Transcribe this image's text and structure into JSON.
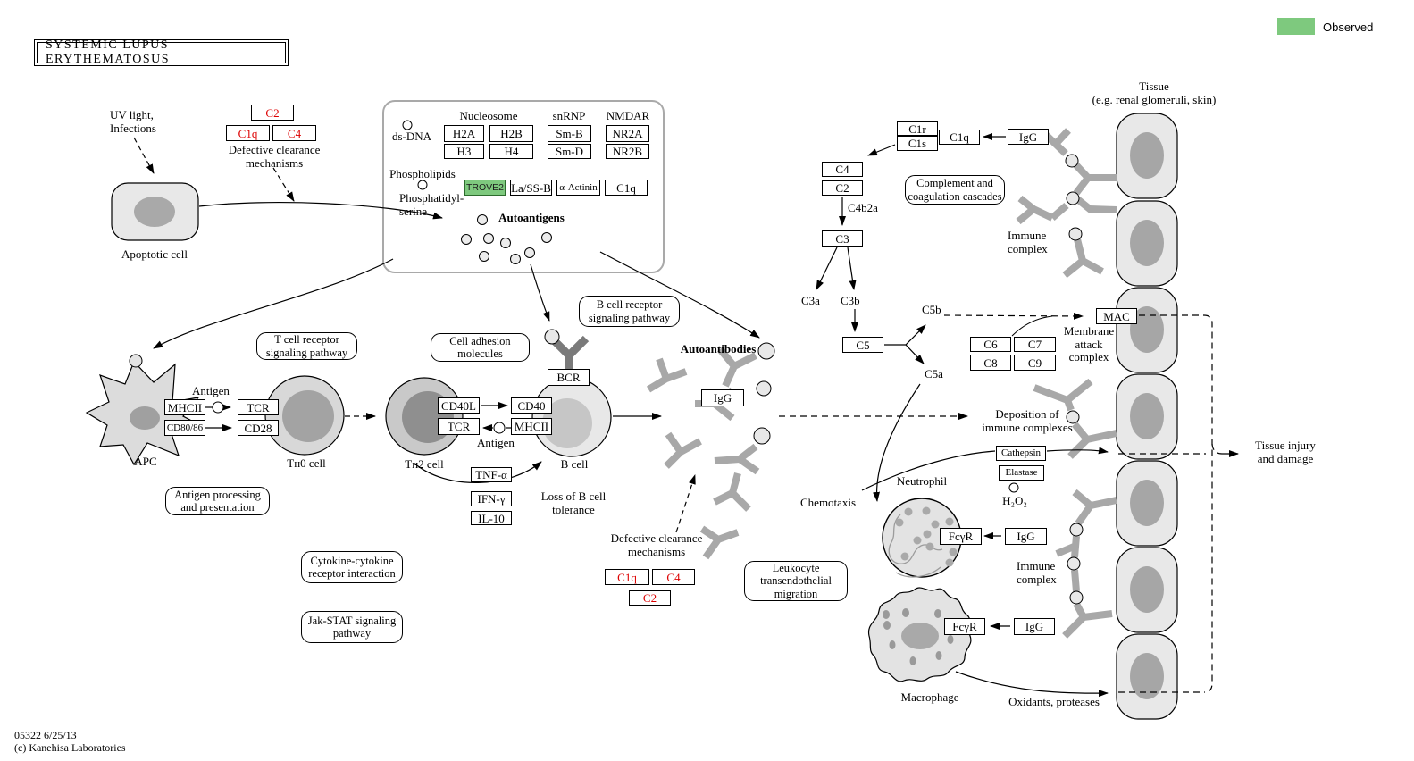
{
  "title": "SYSTEMIC LUPUS ERYTHEMATOSUS",
  "legend": {
    "label": "Observed"
  },
  "colors": {
    "observed_green": "#7ec97e",
    "gene_red": "#dd0000"
  },
  "footer": {
    "id": "05322 6/25/13",
    "copyright": "(c) Kanehisa Laboratories"
  },
  "genes": {
    "c2_top": "C2",
    "c1q_top": "C1q",
    "c4_top": "C4",
    "h2a": "H2A",
    "h2b": "H2B",
    "h3": "H3",
    "h4": "H4",
    "smb": "Sm-B",
    "smd": "Sm-D",
    "nr2a": "NR2A",
    "nr2b": "NR2B",
    "trove2": "TROVE2",
    "lassb": "La/SS-B",
    "actinin": "α-Actinin",
    "c1q_auto": "C1q",
    "mhcii_apc": "MHCII",
    "cd8086": "CD80/86",
    "tcr_th0": "TCR",
    "cd28": "CD28",
    "cd40l": "CD40L",
    "cd40": "CD40",
    "tcr_th2": "TCR",
    "mhcii_b": "MHCII",
    "bcr": "BCR",
    "tnfa": "TNF-α",
    "ifng": "IFN-γ",
    "il10": "IL-10",
    "igg_auto": "IgG",
    "c1r": "C1r",
    "c1s": "C1s",
    "c1q_comp": "C1q",
    "igg_tissue": "IgG",
    "c4_comp": "C4",
    "c2_comp": "C2",
    "c3": "C3",
    "c5": "C5",
    "c6": "C6",
    "c7": "C7",
    "c8": "C8",
    "c9": "C9",
    "mac": "MAC",
    "cathepsin": "Cathepsin",
    "elastase": "Elastase",
    "fcyr_n": "FcγR",
    "igg_n": "IgG",
    "fcyr_m": "FcγR",
    "igg_m": "IgG",
    "c1q_def": "C1q",
    "c4_def": "C4",
    "c2_def": "C2"
  },
  "pathways": {
    "tcr_signaling": "T cell receptor\nsignaling pathway",
    "antigen_processing": "Antigen processing\nand presentation",
    "cell_adhesion": "Cell adhesion\nmolecules",
    "bcr_signaling": "B cell receptor\nsignaling pathway",
    "complement": "Complement and\ncoagulation cascades",
    "cytokine": "Cytokine-cytokine\nreceptor interaction",
    "jak_stat": "Jak-STAT signaling\npathway",
    "leukocyte": "Leukocyte\ntransendothelial\nmigration"
  },
  "labels": {
    "uv": "UV light,\nInfections",
    "apoptotic": "Apoptotic cell",
    "defective1": "Defective clearance\nmechanisms",
    "ds_dna": "ds-DNA",
    "nucleosome": "Nucleosome",
    "snrnp": "snRNP",
    "nmdar": "NMDAR",
    "phospholipids": "Phospholipids",
    "phosphatidyl": "Phosphatidyl-\nserine",
    "autoantigens": "Autoantigens",
    "antigen1": "Antigen",
    "antigen2": "Antigen",
    "apc": "APC",
    "th0": "Tʜ0 cell",
    "th2": "Tʜ2 cell",
    "bcell": "B cell",
    "loss": "Loss of B cell\ntolerance",
    "autoantibodies": "Autoantibodies",
    "defective2": "Defective clearance\nmechanisms",
    "c4b2a": "C4b2a",
    "c3a": "C3a",
    "c3b": "C3b",
    "c5b": "C5b",
    "c5a": "C5a",
    "membrane_attack": "Membrane\nattack\ncomplex",
    "deposition": "Deposition of\nimmune complexes",
    "tissue": "Tissue\n(e.g. renal glomeruli, skin)",
    "immune_complex1": "Immune\ncomplex",
    "immune_complex2": "Immune\ncomplex",
    "tissue_injury": "Tissue injury\nand damage",
    "chemotaxis": "Chemotaxis",
    "neutrophil": "Neutrophil",
    "h2o2": "H₂O₂",
    "macrophage": "Macrophage",
    "oxidants": "Oxidants, proteases"
  }
}
